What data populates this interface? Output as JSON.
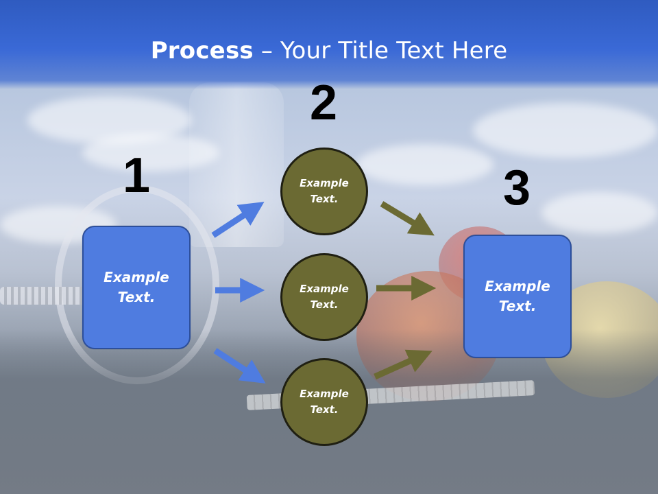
{
  "title": {
    "bold": "Process",
    "rest": " – Your Title Text Here"
  },
  "steps": {
    "n1": "1",
    "n2": "2",
    "n3": "3"
  },
  "boxes": {
    "left": "Example Text.",
    "right": "Example Text."
  },
  "circles": [
    "Example Text.",
    "Example Text.",
    "Example Text."
  ],
  "colors": {
    "title_band": "#3a69d6",
    "box_fill": "#4f7ce0",
    "box_border": "#2d4f9b",
    "circle_fill": "#6b6a33",
    "circle_border": "#1f1f12",
    "blue_arrow": "#4f7ce0",
    "olive_arrow": "#6b6a33"
  }
}
